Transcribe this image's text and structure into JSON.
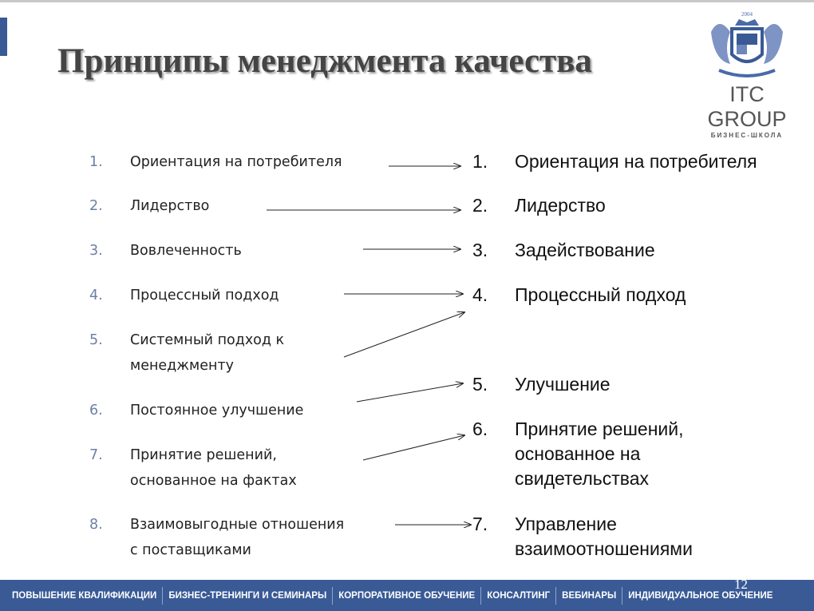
{
  "title": "Принципы менеджмента качества",
  "logo": {
    "year": "2004",
    "name": "ITC GROUP",
    "subtitle": "БИЗНЕС-ШКОЛА"
  },
  "left_list": [
    {
      "n": "1.",
      "text": [
        "Ориентация на потребителя"
      ]
    },
    {
      "n": "2.",
      "text": [
        "Лидерство"
      ]
    },
    {
      "n": "3.",
      "text": [
        "Вовлеченность"
      ]
    },
    {
      "n": "4.",
      "text": [
        "Процессный подход"
      ]
    },
    {
      "n": "5.",
      "text": [
        "Системный подход к",
        "менеджменту"
      ]
    },
    {
      "n": "6.",
      "text": [
        "Постоянное улучшение"
      ]
    },
    {
      "n": "7.",
      "text": [
        "Принятие решений,",
        "основанное на фактах"
      ]
    },
    {
      "n": "8.",
      "text": [
        "Взаимовыгодные отношения",
        "с поставщиками"
      ]
    }
  ],
  "right_list": [
    {
      "n": "1.",
      "text": [
        "Ориентация на потребителя"
      ]
    },
    {
      "n": "2.",
      "text": [
        "Лидерство"
      ]
    },
    {
      "n": "3.",
      "text": [
        "Задействование"
      ]
    },
    {
      "n": "4.",
      "text": [
        "Процессный подход"
      ]
    },
    {
      "n": "5.",
      "text": [
        "Улучшение"
      ]
    },
    {
      "n": "6.",
      "text": [
        "Принятие решений,",
        "основанное на",
        "свидетельствах"
      ]
    },
    {
      "n": "7.",
      "text": [
        "Управление",
        "взаимоотношениями"
      ]
    }
  ],
  "footer": [
    "ПОВЫШЕНИЕ КВАЛИФИКАЦИИ",
    "БИЗНЕС-ТРЕНИНГИ И СЕМИНАРЫ",
    "КОРПОРАТИВНОЕ ОБУЧЕНИЕ",
    "КОНСАЛТИНГ",
    "ВЕБИНАРЫ",
    "ИНДИВИДУАЛЬНОЕ ОБУЧЕНИЕ"
  ],
  "page_number": "12",
  "colors": {
    "accent": "#3a5a96"
  }
}
